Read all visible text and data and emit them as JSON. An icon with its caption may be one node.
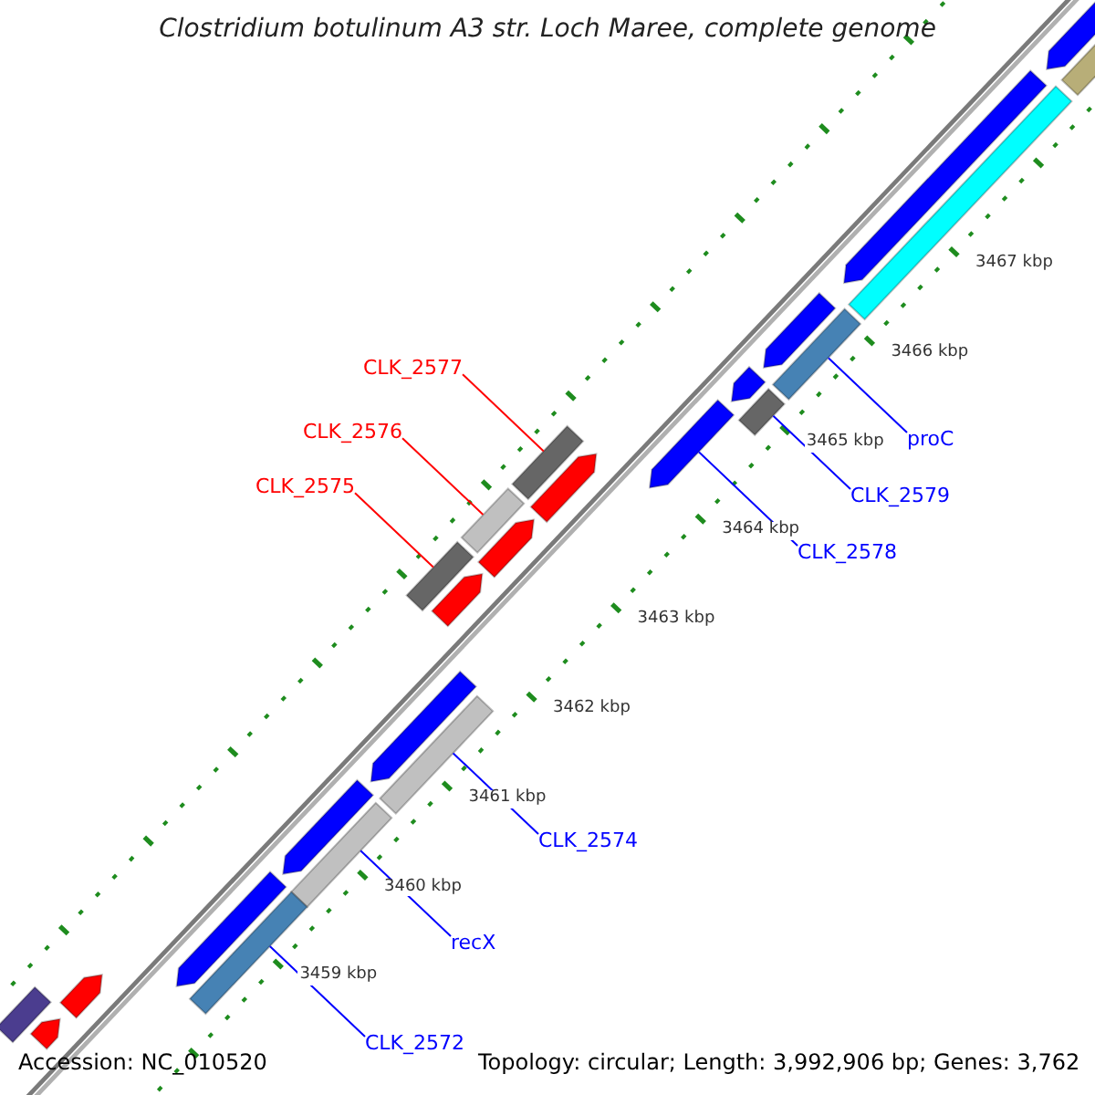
{
  "diagram": {
    "title": "Clostridium botulinum A3 str. Loch Maree, complete genome",
    "nodes": [
      {
        "text": [
          "CLK_2577"
        ]
      },
      {
        "text": [
          "CLK_2576"
        ]
      },
      {
        "text": [
          "CLK_2575"
        ]
      },
      {
        "text": [
          "proC"
        ]
      },
      {
        "text": [
          "CLK_2579"
        ]
      },
      {
        "text": [
          "CLK_2578"
        ]
      },
      {
        "text": [
          "CLK_2574"
        ]
      },
      {
        "text": [
          "recX"
        ]
      },
      {
        "text": [
          "CLK_2572"
        ]
      },
      {
        "text": [],
        "shape": "bar"
      },
      {
        "text": [],
        "shape": "bar"
      },
      {
        "text": [],
        "shape": "bar"
      },
      {
        "text": [],
        "shape": "bar"
      },
      {
        "text": [],
        "shape": "bar"
      },
      {
        "text": [],
        "shape": "arrow"
      },
      {
        "text": [],
        "shape": "bar"
      },
      {
        "text": [],
        "shape": "bar"
      },
      {
        "text": [],
        "shape": "bar"
      },
      {
        "text": [],
        "shape": "arrow"
      },
      {
        "text": [],
        "shape": "bar"
      },
      {
        "text": [],
        "shape": "arrow"
      },
      {
        "text": [],
        "shape": "bar"
      },
      {
        "text": [],
        "shape": "arrow"
      },
      {
        "text": [],
        "shape": "arrow"
      },
      {
        "text": [],
        "shape": "arrow"
      },
      {
        "text": [],
        "shape": "arrow"
      },
      {
        "text": [],
        "shape": "arrow"
      },
      {
        "text": [],
        "shape": "arrow"
      },
      {
        "text": [],
        "shape": "arrow"
      },
      {
        "text": [],
        "shape": "arrow"
      },
      {
        "text": [],
        "shape": "arrow"
      },
      {
        "text": [],
        "shape": "bar"
      },
      {
        "text": [],
        "shape": "arrow"
      }
    ],
    "edges": [
      {
        "from": 0,
        "to": 9,
        "arrow": "none",
        "color": "#ff0000"
      },
      {
        "from": 1,
        "to": 10,
        "arrow": "none",
        "color": "#ff0000"
      },
      {
        "from": 2,
        "to": 11,
        "arrow": "none",
        "color": "#ff0000"
      },
      {
        "from": 3,
        "to": 12,
        "arrow": "none"
      },
      {
        "from": 4,
        "to": 13,
        "arrow": "none"
      },
      {
        "from": 5,
        "to": 14,
        "arrow": "none"
      },
      {
        "from": 6,
        "to": 15,
        "arrow": "none"
      },
      {
        "from": 7,
        "to": 16,
        "arrow": "none"
      },
      {
        "from": 8,
        "to": 17,
        "arrow": "none"
      }
    ],
    "labels": [
      "3467 kbp",
      "3466 kbp",
      "3465 kbp",
      "3464 kbp",
      "3463 kbp",
      "3462 kbp",
      "3461 kbp",
      "3460 kbp",
      "3459 kbp",
      "Accession: NC_010520",
      "Topology: circular; Length: 3,992,906 bp; Genes: 3,762"
    ]
  }
}
